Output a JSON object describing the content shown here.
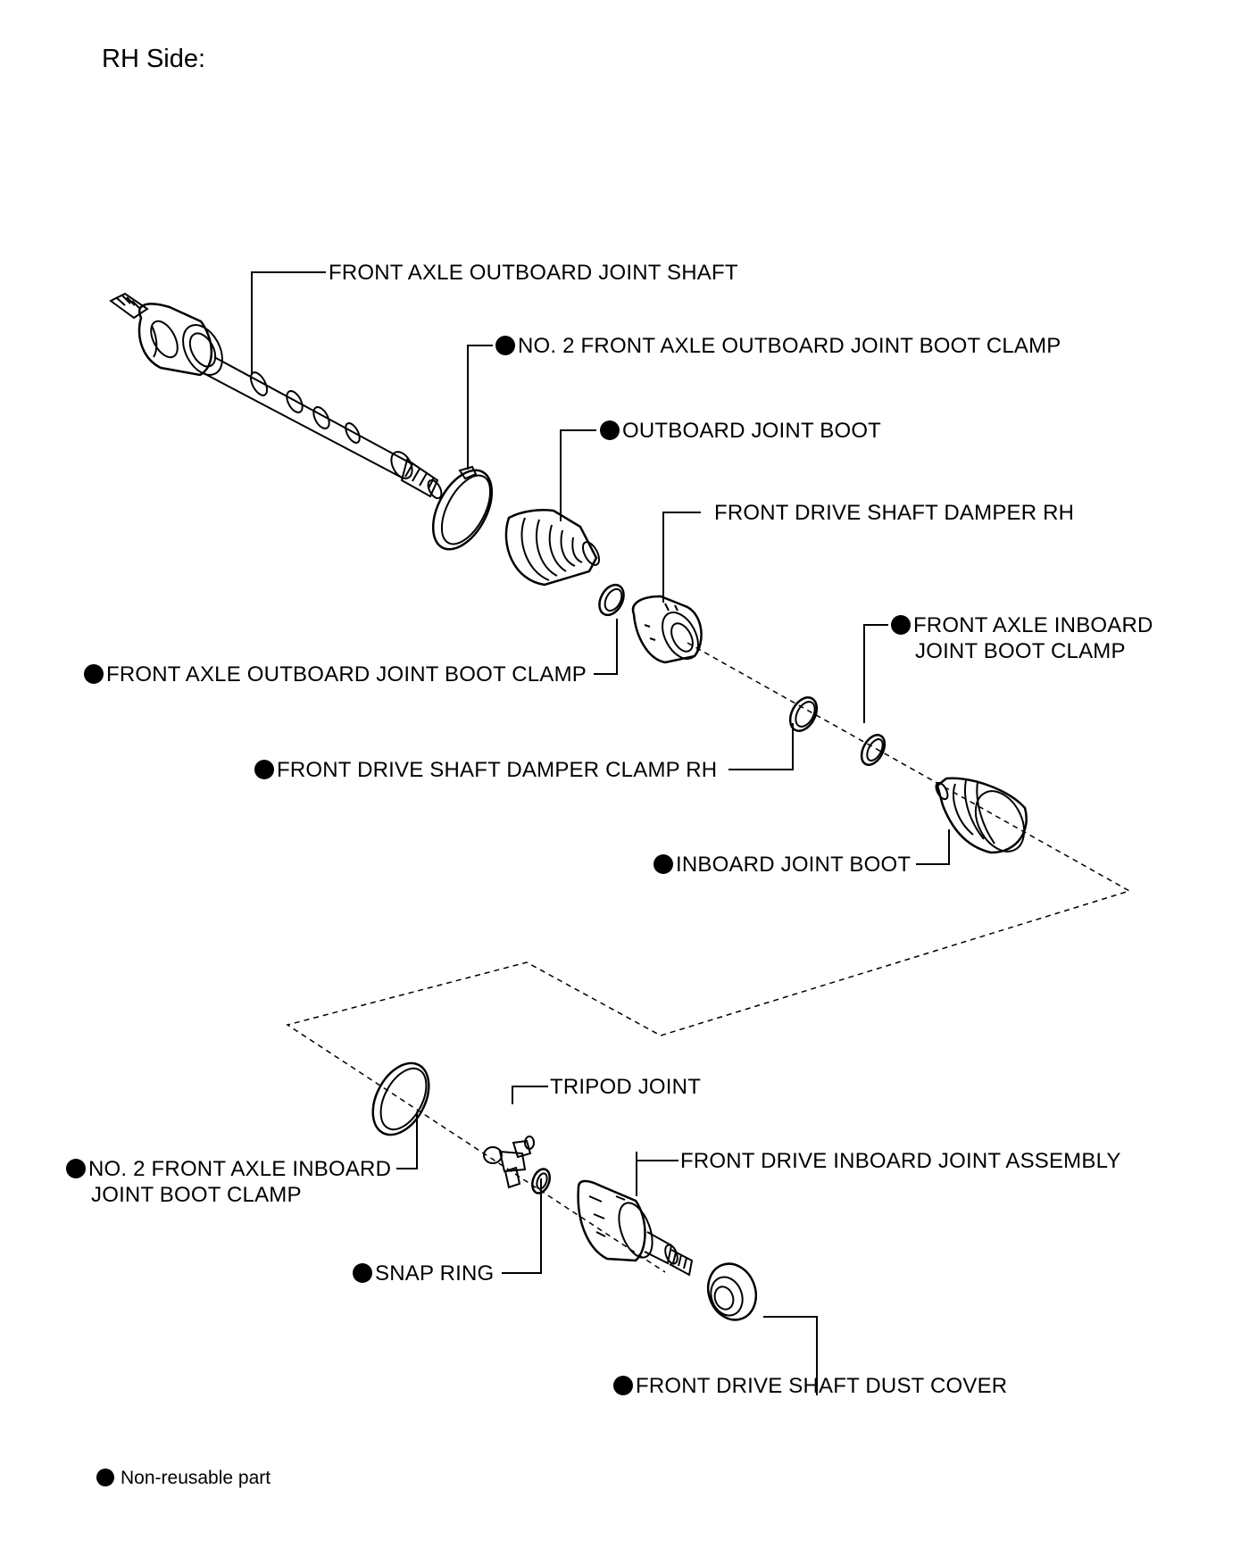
{
  "title": "RH Side:",
  "parts": [
    {
      "id": "outboard_shaft",
      "label": "FRONT AXLE OUTBOARD JOINT SHAFT",
      "non_reusable": false
    },
    {
      "id": "no2_outboard_clamp",
      "label": "NO. 2 FRONT AXLE OUTBOARD JOINT BOOT CLAMP",
      "non_reusable": true
    },
    {
      "id": "outboard_boot",
      "label": "OUTBOARD JOINT BOOT",
      "non_reusable": true
    },
    {
      "id": "damper_rh",
      "label": "FRONT DRIVE SHAFT DAMPER RH",
      "non_reusable": false
    },
    {
      "id": "inboard_clamp",
      "label_lines": [
        "FRONT AXLE INBOARD",
        "JOINT BOOT CLAMP"
      ],
      "non_reusable": true
    },
    {
      "id": "outboard_clamp",
      "label": "FRONT AXLE OUTBOARD JOINT BOOT CLAMP",
      "non_reusable": true
    },
    {
      "id": "damper_clamp",
      "label": "FRONT DRIVE SHAFT DAMPER CLAMP RH",
      "non_reusable": true
    },
    {
      "id": "inboard_boot",
      "label": "INBOARD JOINT BOOT",
      "non_reusable": true
    },
    {
      "id": "tripod",
      "label": "TRIPOD JOINT",
      "non_reusable": false
    },
    {
      "id": "inboard_assy",
      "label": "FRONT DRIVE INBOARD JOINT ASSEMBLY",
      "non_reusable": false
    },
    {
      "id": "no2_inboard_clamp",
      "label_lines": [
        "NO. 2 FRONT AXLE INBOARD",
        "JOINT BOOT CLAMP"
      ],
      "non_reusable": true
    },
    {
      "id": "snap_ring",
      "label": "SNAP RING",
      "non_reusable": true
    },
    {
      "id": "dust_cover",
      "label": "FRONT DRIVE SHAFT DUST COVER",
      "non_reusable": true
    }
  ],
  "legend": {
    "label": "Non-reusable part",
    "symbol": "filled-circle"
  },
  "colors": {
    "ink": "#000000",
    "background": "#ffffff"
  }
}
